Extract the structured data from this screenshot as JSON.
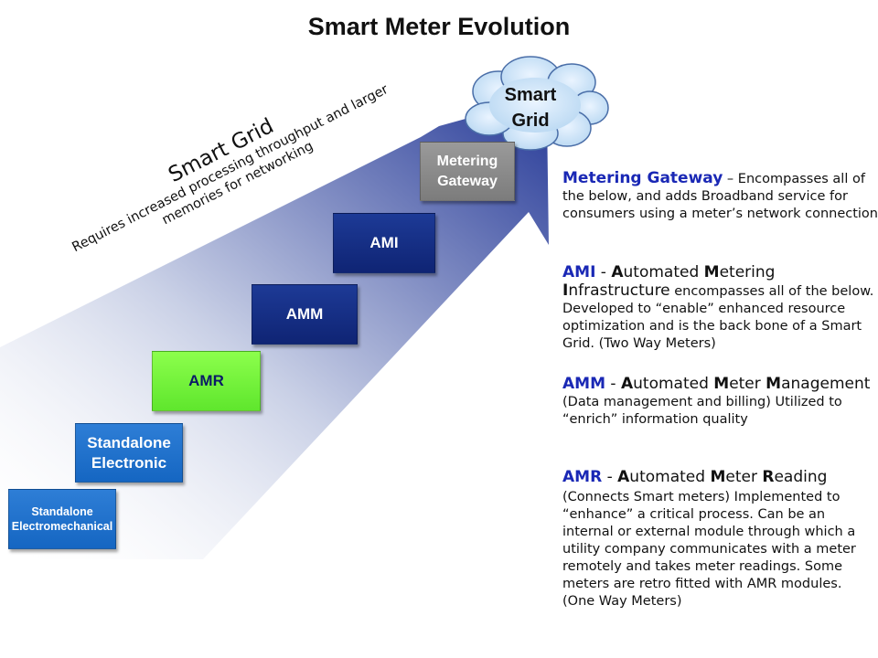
{
  "title": "Smart Meter Evolution",
  "cloud": {
    "line1": "Smart",
    "line2": "Grid"
  },
  "arrow_label": {
    "title": "Smart Grid",
    "line1": "Requires increased processing throughput and larger",
    "line2": "memories for networking"
  },
  "steps": [
    {
      "line1": "Standalone",
      "line2": "Electromechanical",
      "color": "#1566c2"
    },
    {
      "line1": "Standalone",
      "line2": "Electronic",
      "color": "#1566c2"
    },
    {
      "line1": "AMR",
      "color": "#5fe62d"
    },
    {
      "line1": "AMM",
      "color": "#0f2474"
    },
    {
      "line1": "AMI",
      "color": "#0f2474"
    },
    {
      "line1": "Metering",
      "line2": "Gateway",
      "color": "#7c7c7c"
    }
  ],
  "descriptions": {
    "gateway": {
      "heading": "Metering Gateway",
      "text": " – Encompasses all of the below, and adds Broadband service for consumers using a meter’s network connection"
    },
    "ami": {
      "acronym": "AMI",
      "sep": " - ",
      "w1_first": "A",
      "w1_rest": "utomated ",
      "w2_first": "M",
      "w2_rest": "etering ",
      "w3_first": "I",
      "w3_rest": "nfrastructure",
      "text": " encompasses all of the below. Developed to “enable” enhanced resource optimization and is the back bone of a Smart Grid. (Two Way Meters)"
    },
    "amm": {
      "acronym": "AMM",
      "sep": " - ",
      "w1_first": "A",
      "w1_rest": "utomated ",
      "w2_first": "M",
      "w2_rest": "eter ",
      "w3_first": "M",
      "w3_rest": "anagement",
      "text": " (Data management and billing) Utilized to “enrich” information quality"
    },
    "amr": {
      "acronym": "AMR",
      "sep": " - ",
      "w1_first": "A",
      "w1_rest": "utomated ",
      "w2_first": "M",
      "w2_rest": "eter ",
      "w3_first": "R",
      "w3_rest": "eading",
      "text": "(Connects Smart meters) Implemented to “enhance” a critical process. Can be an internal or external module through which a utility company communicates with a meter remotely and takes meter readings. Some meters are retro fitted with AMR modules. (One Way Meters)"
    }
  }
}
